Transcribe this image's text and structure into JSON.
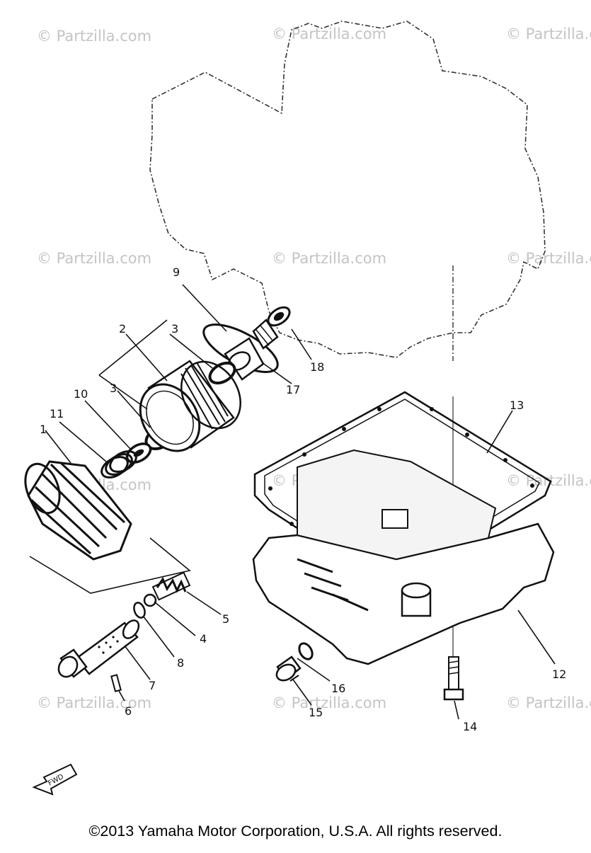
{
  "watermark_text": "© Partzilla.com",
  "callouts": [
    {
      "id": "c1",
      "label": "1"
    },
    {
      "id": "c2",
      "label": "2"
    },
    {
      "id": "c3a",
      "label": "3"
    },
    {
      "id": "c3b",
      "label": "3"
    },
    {
      "id": "c4",
      "label": "4"
    },
    {
      "id": "c5",
      "label": "5"
    },
    {
      "id": "c6",
      "label": "6"
    },
    {
      "id": "c7",
      "label": "7"
    },
    {
      "id": "c8",
      "label": "8"
    },
    {
      "id": "c9",
      "label": "9"
    },
    {
      "id": "c10",
      "label": "10"
    },
    {
      "id": "c11",
      "label": "11"
    },
    {
      "id": "c12",
      "label": "12"
    },
    {
      "id": "c13",
      "label": "13"
    },
    {
      "id": "c14",
      "label": "14"
    },
    {
      "id": "c15",
      "label": "15"
    },
    {
      "id": "c16",
      "label": "16"
    },
    {
      "id": "c17",
      "label": "17"
    },
    {
      "id": "c18",
      "label": "18"
    }
  ],
  "fwd_label": "FWD",
  "copyright": "©2013 Yamaha Motor Corporation, U.S.A. All rights reserved."
}
